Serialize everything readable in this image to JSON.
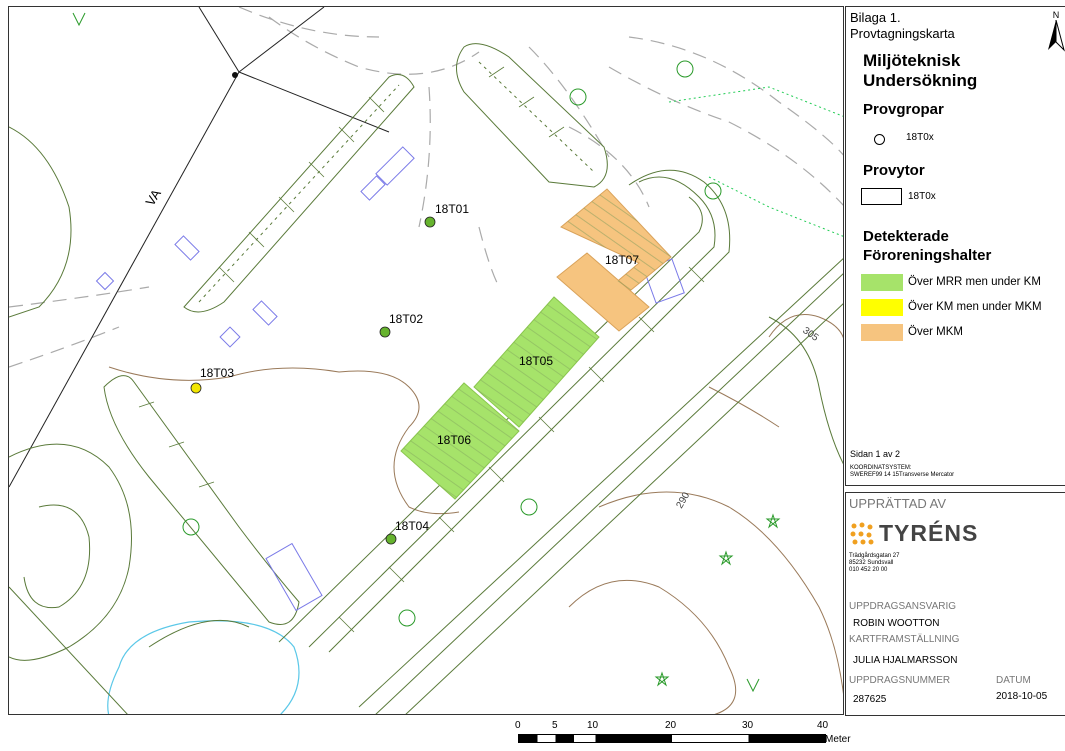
{
  "map": {
    "va_label": "VA",
    "contour_labels": [
      "305",
      "290"
    ],
    "samples": [
      {
        "id": "18T01",
        "color": "#66b32e"
      },
      {
        "id": "18T02",
        "color": "#66b32e"
      },
      {
        "id": "18T03",
        "color": "#f2e600"
      },
      {
        "id": "18T04",
        "color": "#66b32e"
      }
    ],
    "areas": [
      {
        "id": "18T05",
        "color": "#a6e36a"
      },
      {
        "id": "18T06",
        "color": "#a6e36a"
      },
      {
        "id": "18T07",
        "color": "#f6c47f"
      }
    ]
  },
  "legend": {
    "line1": "Bilaga 1.",
    "line2": "Provtagningskarta",
    "title": [
      "Miljöteknisk",
      "Undersökning"
    ],
    "north": "N",
    "provgropar": {
      "heading": "Provgropar",
      "label": "18T0x"
    },
    "provytor": {
      "heading": "Provytor",
      "label": "18T0x"
    },
    "detected": {
      "heading": [
        "Detekterade",
        "Föroreningshalter"
      ],
      "items": [
        {
          "color": "#a6e36a",
          "label": "Över MRR men under KM"
        },
        {
          "color": "#ffff00",
          "label": "Över KM men under MKM"
        },
        {
          "color": "#f6c47f",
          "label": "Över MKM"
        }
      ]
    },
    "page": "Sidan 1 av 2",
    "crs_label": "KOORDINATSYSTEM:",
    "crs_value": "SWEREF99 14 15Transverse Mercator"
  },
  "titlebox": {
    "upprattad": "UPPRÄTTAD AV",
    "logo": "TYRÉNS",
    "address": [
      "Trädgårdsgatan 27",
      "85232 Sundsvall",
      "010 452 20 00"
    ],
    "uppdragsansvarig_label": "UPPDRAGSANSVARIG",
    "uppdragsansvarig": "ROBIN WOOTTON",
    "kartframstallning_label": "KARTFRAMSTÄLLNING",
    "kartframstallning": "JULIA HJALMARSSON",
    "uppdragsnummer_label": "UPPDRAGSNUMMER",
    "uppdragsnummer": "287625",
    "datum_label": "DATUM",
    "datum": "2018-10-05"
  },
  "scale": {
    "ticks": [
      "0",
      "5",
      "10",
      "20",
      "30",
      "40"
    ],
    "unit": "Meter"
  }
}
